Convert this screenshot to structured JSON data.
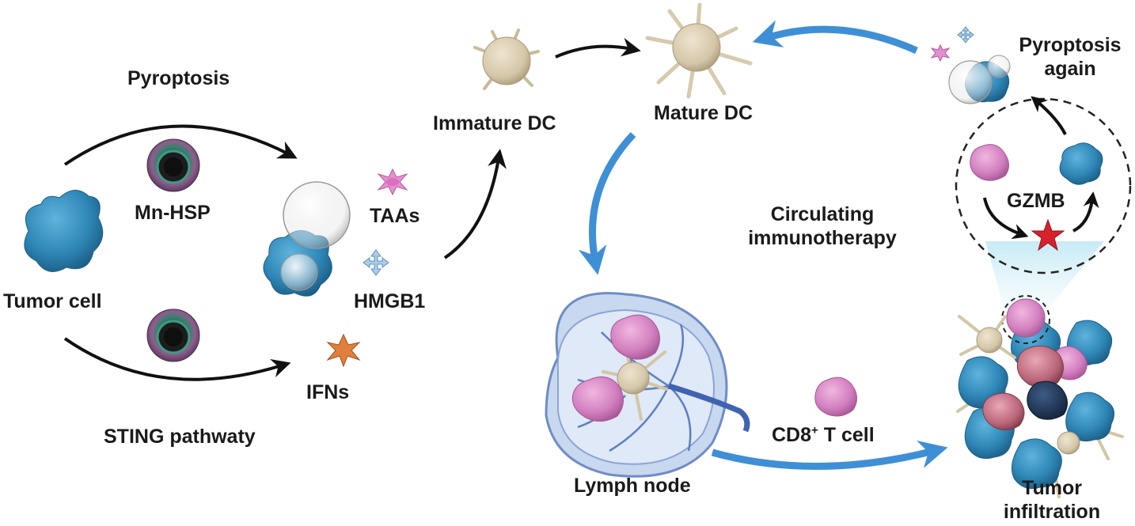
{
  "labels": {
    "pyroptosis": "Pyroptosis",
    "mn_hsp": "Mn-HSP",
    "tumor_cell": "Tumor cell",
    "sting_pathway": "STING pathwaty",
    "taas": "TAAs",
    "hmgb1": "HMGB1",
    "ifns": "IFNs",
    "immature_dc": "Immature DC",
    "mature_dc": "Mature DC",
    "pyroptosis_again_line1": "Pyroptosis",
    "pyroptosis_again_line2": "again",
    "gzmb": "GZMB",
    "circulating_line1": "Circulating",
    "circulating_line2": "immunotherapy",
    "lymph_node": "Lymph node",
    "cd8_prefix": "CD8",
    "cd8_sup": "+",
    "cd8_suffix": " T cell",
    "tumor_infiltration_line1": "Tumor",
    "tumor_infiltration_line2": "infiltration"
  },
  "colors": {
    "tumor_blue": "#2f88b8",
    "dc_beige": "#d9ccb0",
    "tcell_pink": "#d27fbf",
    "flow_arrow_blue": "#3f8fd6",
    "arrow_black": "#111111",
    "ifn_orange": "#e0803c",
    "gzmb_red": "#d6222c",
    "lymph_blue": "#7f99cf"
  }
}
